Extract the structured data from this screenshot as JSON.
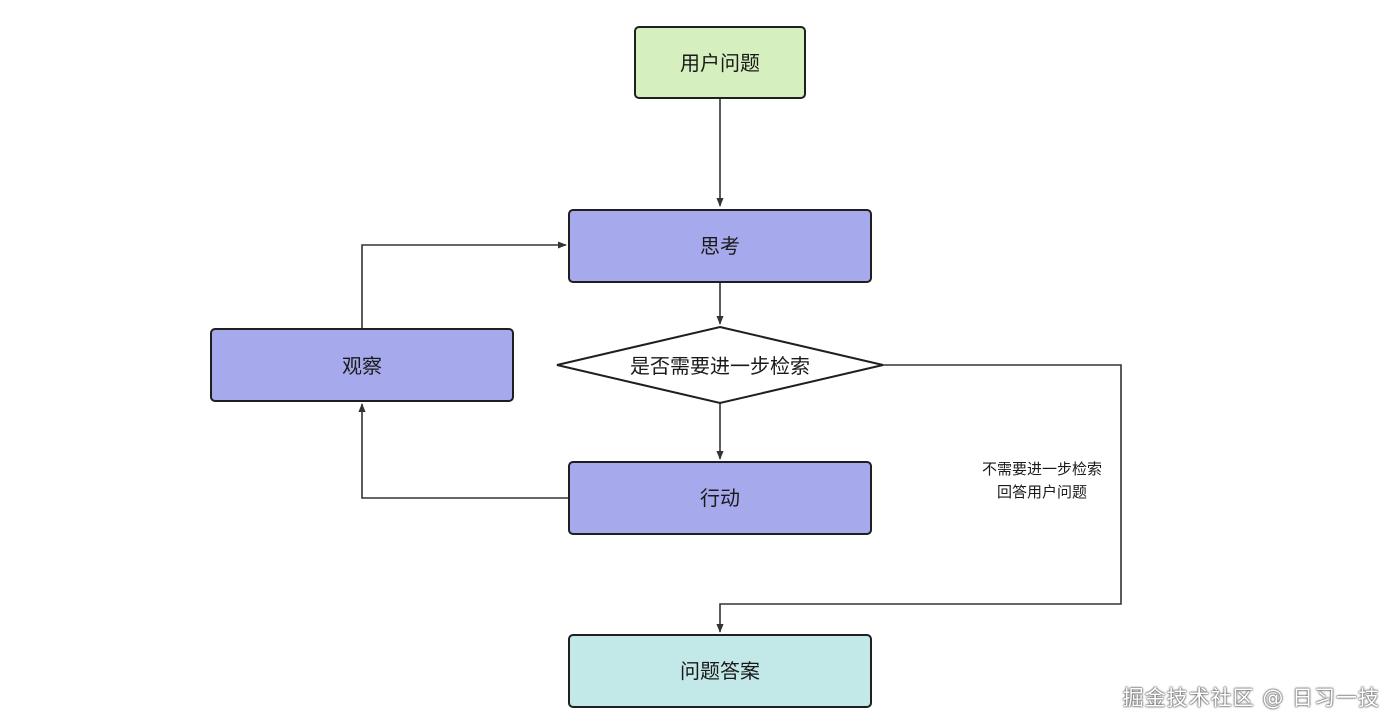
{
  "colors": {
    "start_fill": "#d5efbf",
    "process_fill": "#a6a9ec",
    "decision_fill": "#ffffff",
    "end_fill": "#c3e8e8",
    "stroke": "#1f1f1f",
    "edge": "#333333"
  },
  "nodes": {
    "user_question": "用户问题",
    "think": "思考",
    "decision": "是否需要进一步检索",
    "action": "行动",
    "observe": "观察",
    "answer": "问题答案"
  },
  "edge_labels": {
    "no_retrieval_line1": "不需要进一步检索",
    "no_retrieval_line2": "回答用户问题"
  },
  "watermark": "掘金技术社区 @ 日习一技"
}
